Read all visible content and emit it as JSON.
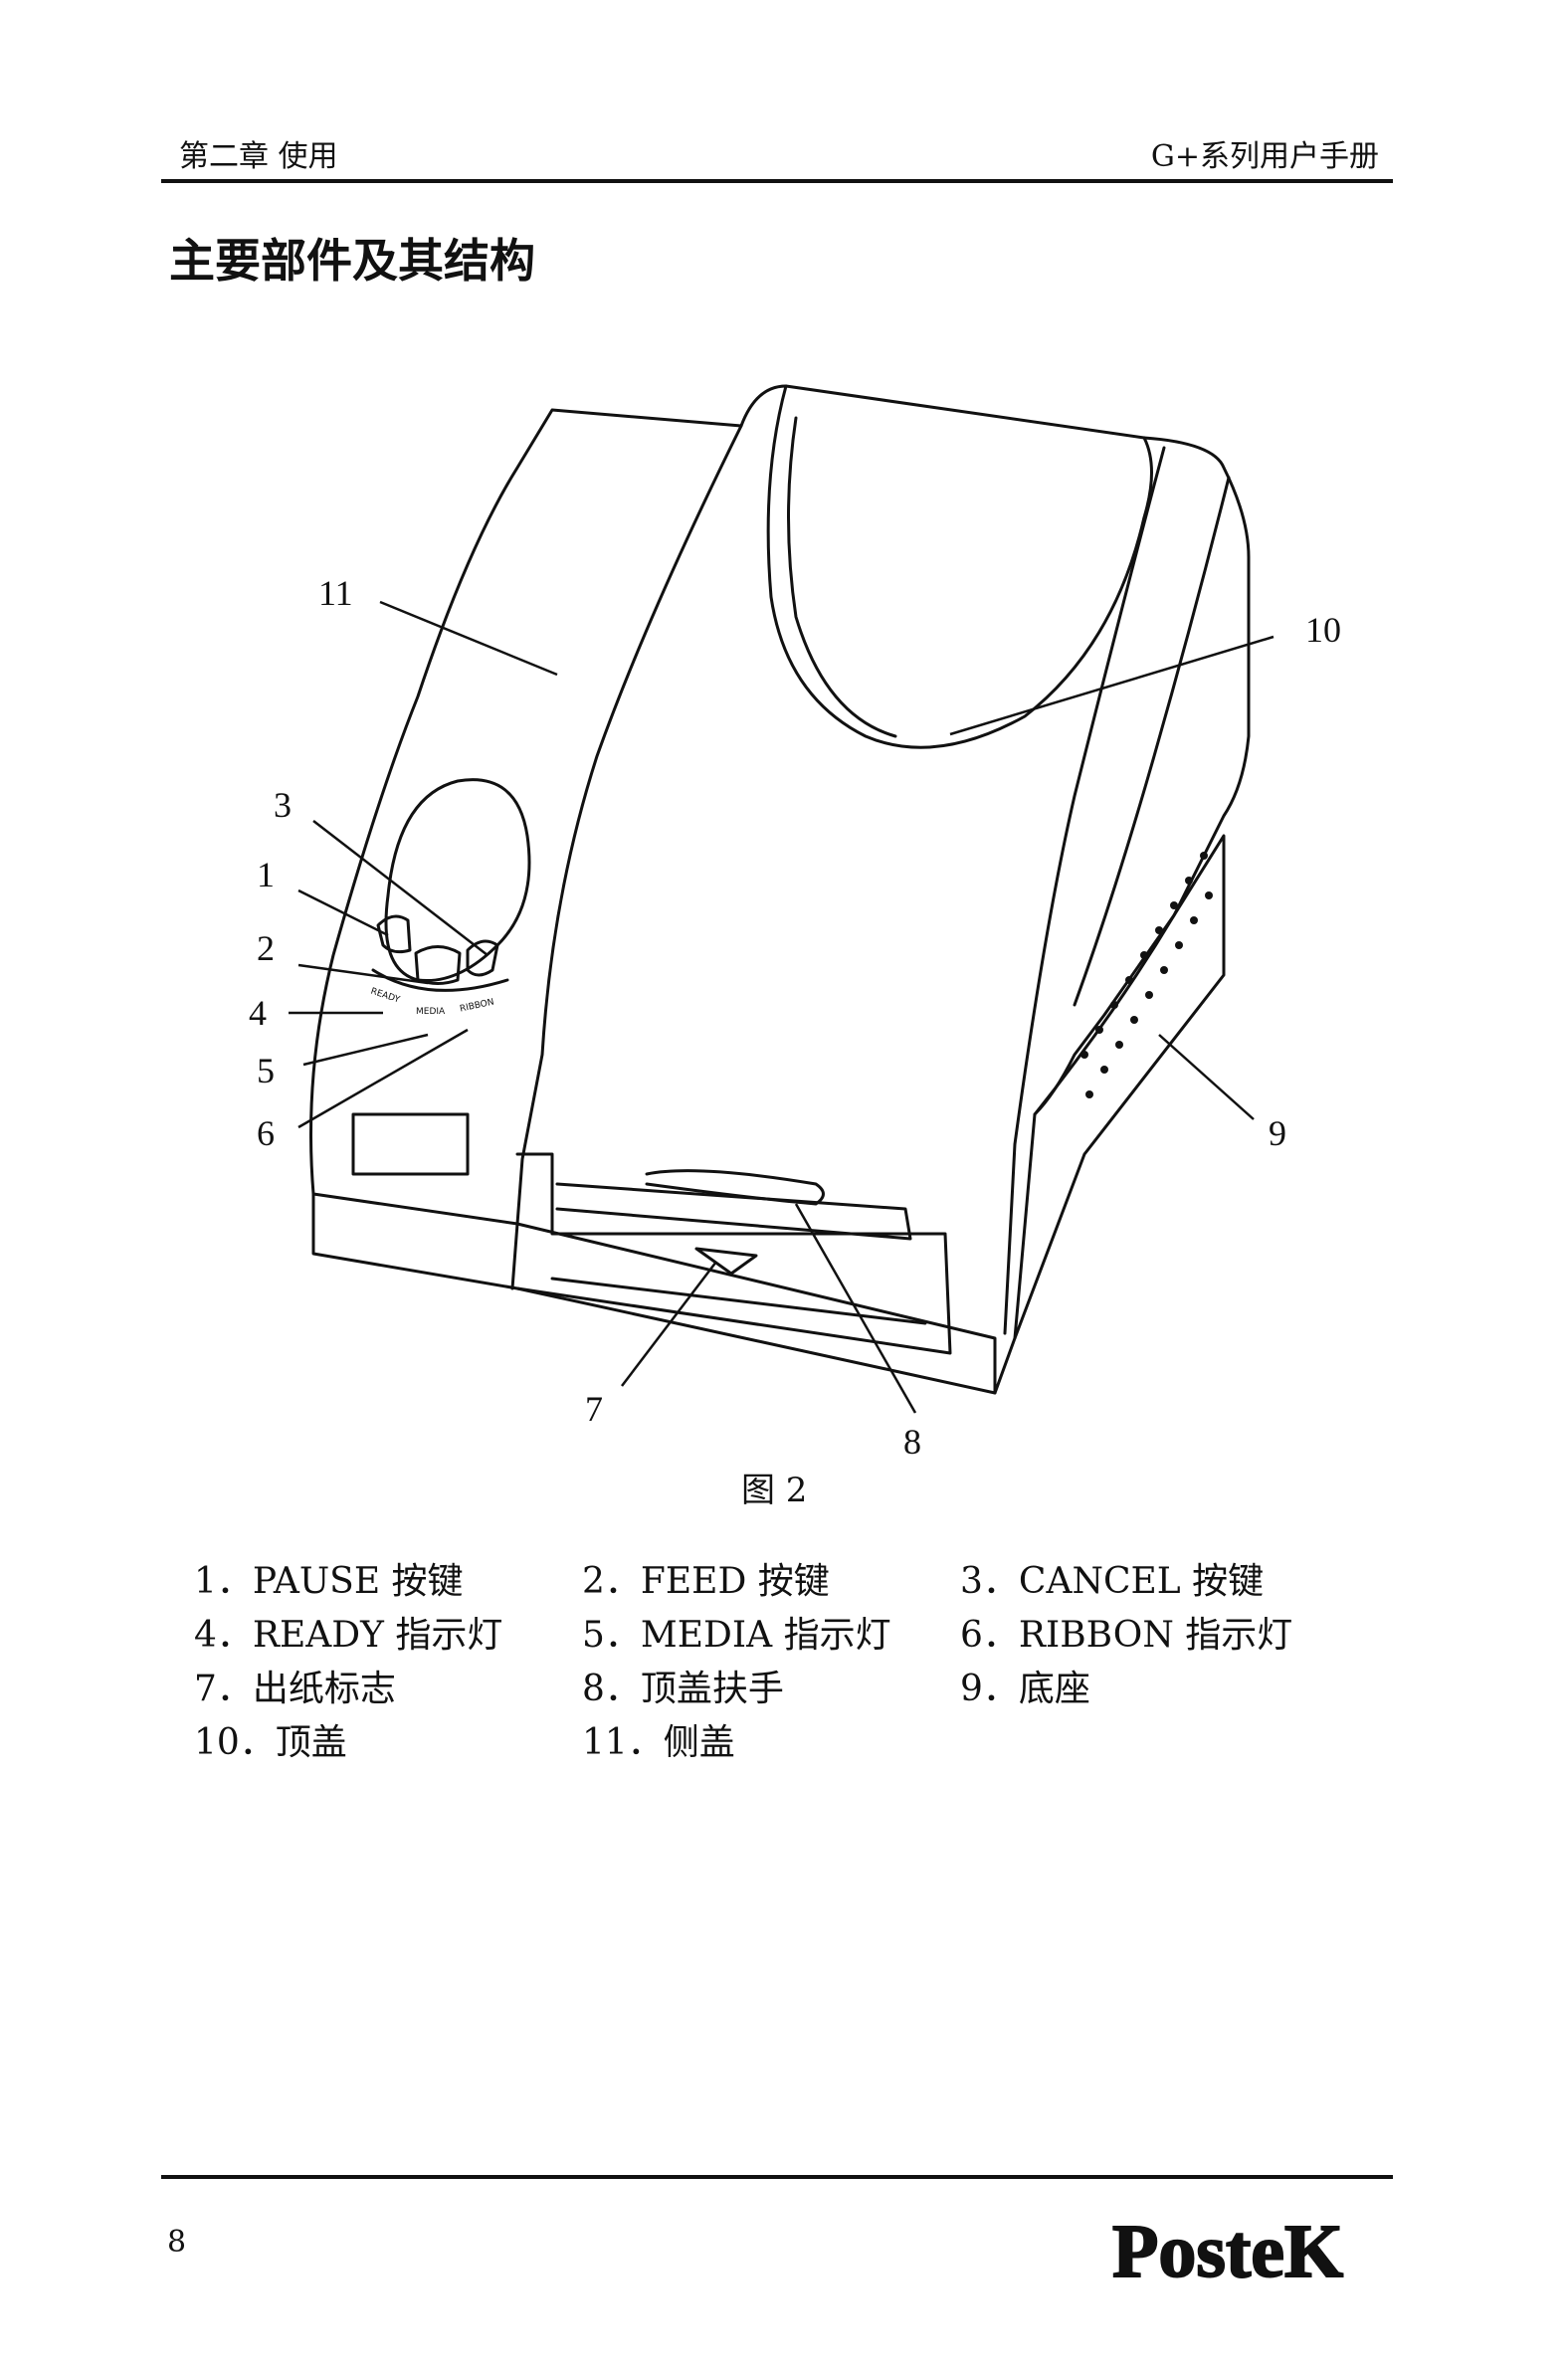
{
  "header": {
    "chapter": "第二章  使用",
    "manual": "G+系列用户手册"
  },
  "section_title": "主要部件及其结构",
  "figure": {
    "callouts": [
      "1",
      "2",
      "3",
      "4",
      "5",
      "6",
      "7",
      "8",
      "9",
      "10",
      "11"
    ],
    "panel_labels": [
      "READY",
      "MEDIA",
      "RIBBON"
    ],
    "caption": "图 2"
  },
  "legend": {
    "rows": [
      [
        "1．PAUSE 按键",
        "2．FEED 按键",
        "3．CANCEL 按键"
      ],
      [
        "4．READY 指示灯",
        "5．MEDIA 指示灯",
        "6．RIBBON 指示灯"
      ],
      [
        "7．出纸标志",
        "8．顶盖扶手",
        "9．底座"
      ],
      [
        "10．顶盖",
        "11．侧盖",
        ""
      ]
    ]
  },
  "footer": {
    "page_number": "8",
    "logo_text": "PosteK"
  }
}
